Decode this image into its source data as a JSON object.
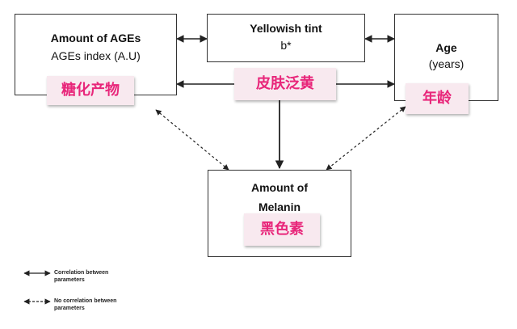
{
  "nodes": {
    "ages": {
      "title": "Amount of AGEs",
      "subtitle": "AGEs index (A.U)",
      "label_cn": "糖化产物"
    },
    "tint": {
      "title": "Yellowish tint",
      "subtitle": "b*",
      "label_cn": "皮肤泛黄"
    },
    "age": {
      "title": "Age",
      "subtitle": "(years)",
      "label_cn": "年龄"
    },
    "melanin": {
      "title": "Amount of",
      "title2": "Melanin",
      "label_cn": "黑色素"
    }
  },
  "legend": {
    "correlation": "Correlation between parameters",
    "no_correlation": "No correlation between parameters"
  },
  "colors": {
    "accent": "#e8267a",
    "accent_bg": "#f8e9ef",
    "line": "#333333"
  }
}
